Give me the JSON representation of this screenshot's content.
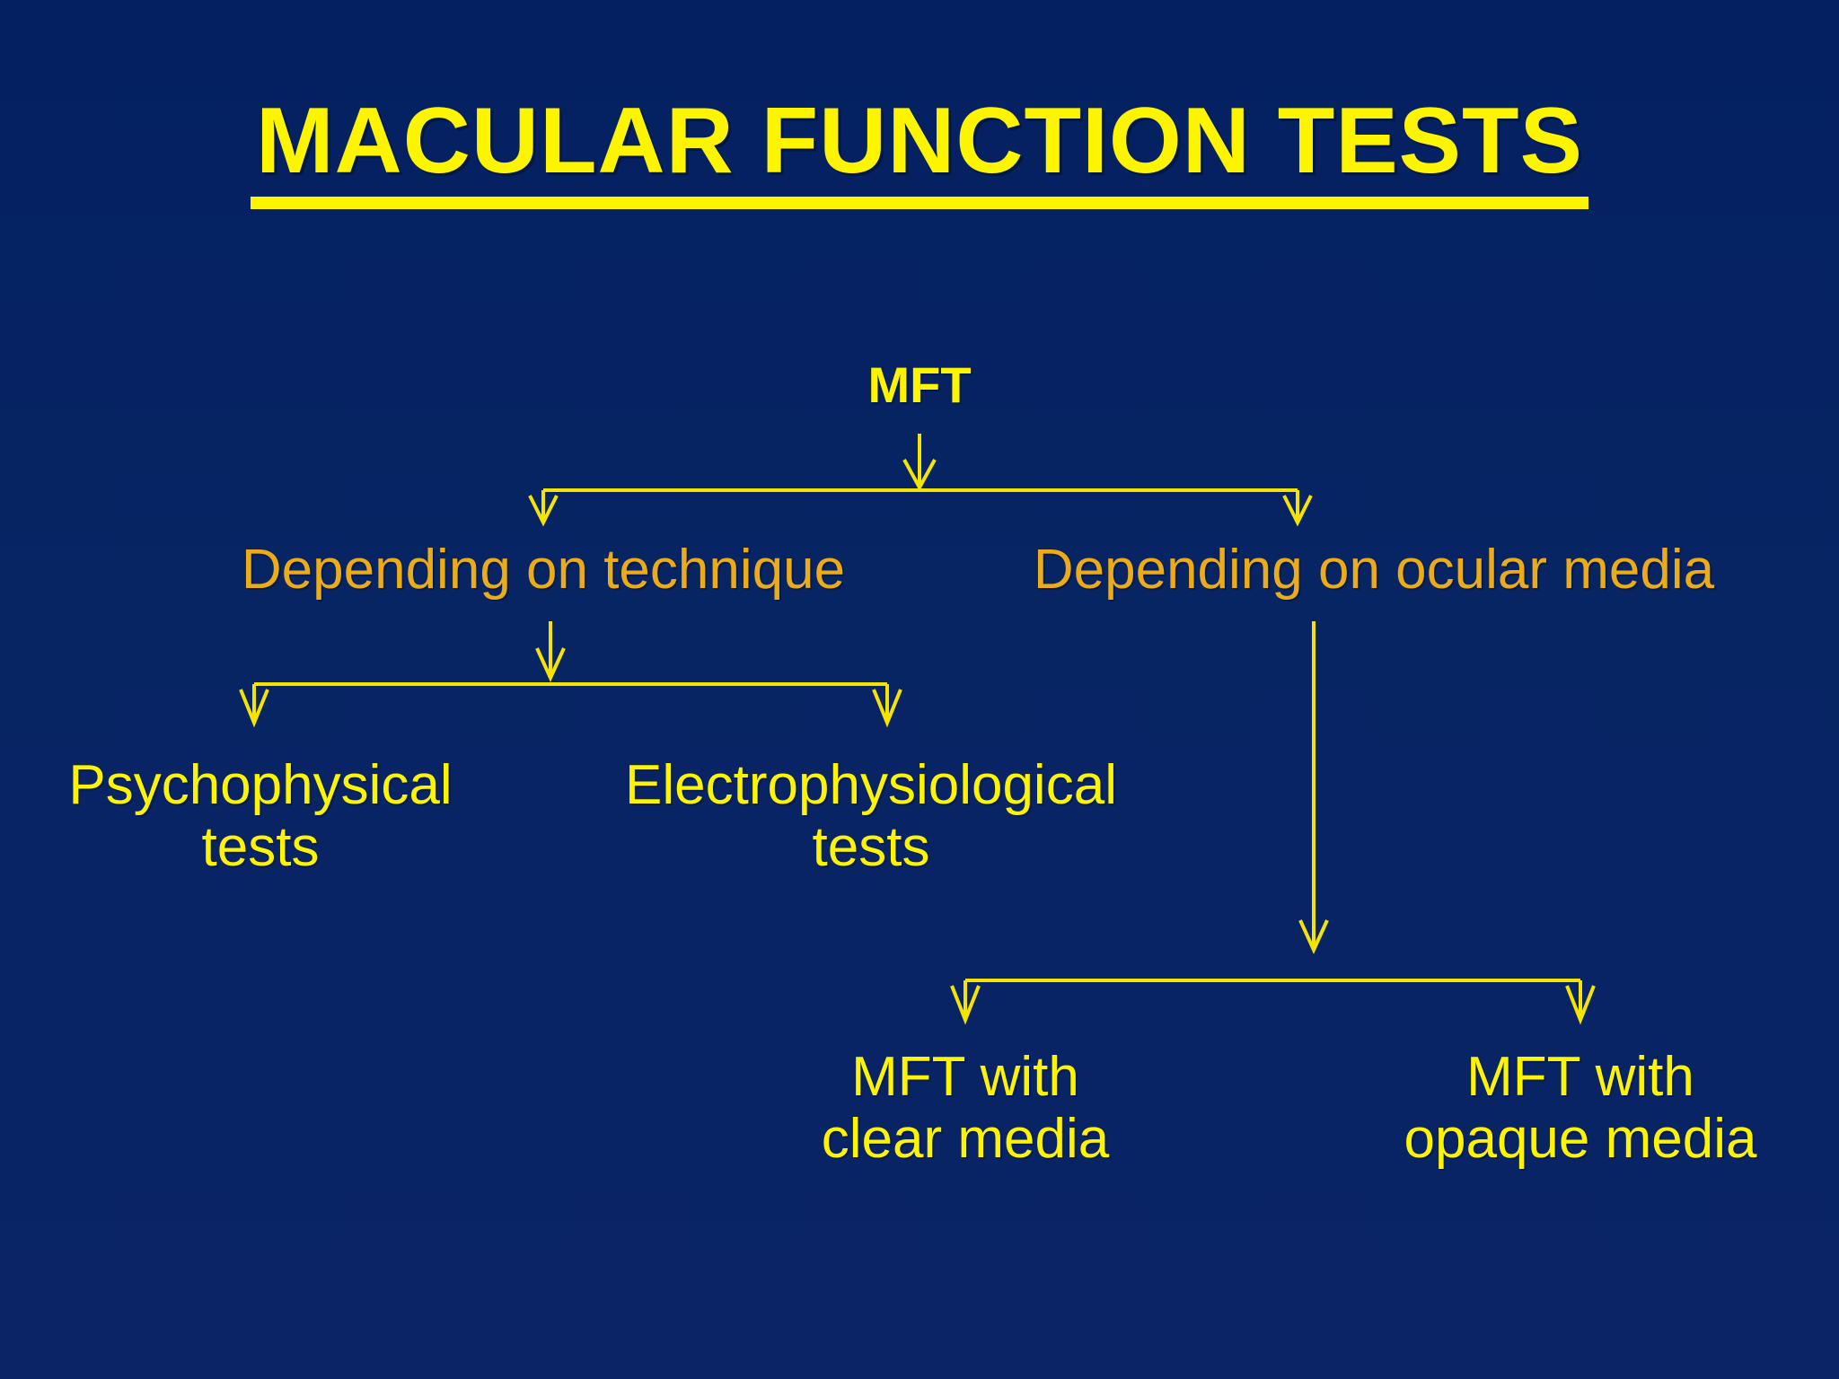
{
  "slide": {
    "title": "MACULAR FUNCTION TESTS",
    "background_color": "#04205F",
    "bright_accent_color": "#FDF500",
    "amber_accent_color": "#ECAB18",
    "connector_color": "#F4E400"
  },
  "diagram": {
    "type": "flowchart",
    "root": {
      "id": "mft",
      "label": "MFT",
      "style": "bold-bright-yellow"
    },
    "level1": [
      {
        "id": "depending-on-technique",
        "label": "Depending on technique",
        "style": "amber",
        "parent": "mft"
      },
      {
        "id": "depending-on-ocular-media",
        "label": "Depending on ocular media",
        "style": "amber",
        "parent": "mft"
      }
    ],
    "level2": [
      {
        "id": "psychophysical-tests",
        "label": "Psychophysical\ntests",
        "style": "bright-yellow",
        "parent": "depending-on-technique"
      },
      {
        "id": "electrophysiological-tests",
        "label": "Electrophysiological\ntests",
        "style": "bright-yellow",
        "parent": "depending-on-technique"
      },
      {
        "id": "mft-with-clear-media",
        "label": "MFT with\nclear media",
        "style": "bright-yellow",
        "parent": "depending-on-ocular-media"
      },
      {
        "id": "mft-with-opaque-media",
        "label": "MFT with\nopaque media",
        "style": "bright-yellow",
        "parent": "depending-on-ocular-media"
      }
    ],
    "connectors": [
      {
        "id": "mft-to-split",
        "from": "mft",
        "to": "level1-split",
        "kind": "down-arrow"
      },
      {
        "id": "split-to-technique",
        "from": "level1-split",
        "to": "depending-on-technique",
        "kind": "elbow-down-arrow"
      },
      {
        "id": "split-to-media",
        "from": "level1-split",
        "to": "depending-on-ocular-media",
        "kind": "elbow-down-arrow"
      },
      {
        "id": "technique-to-split",
        "from": "depending-on-technique",
        "to": "level2-left-split",
        "kind": "down-arrow"
      },
      {
        "id": "split-to-psychophysical",
        "from": "level2-left-split",
        "to": "psychophysical-tests",
        "kind": "elbow-down-arrow"
      },
      {
        "id": "split-to-electrophysiological",
        "from": "level2-left-split",
        "to": "electrophysiological-tests",
        "kind": "elbow-down-arrow"
      },
      {
        "id": "media-to-split",
        "from": "depending-on-ocular-media",
        "to": "level2-right-split",
        "kind": "long-down-arrow"
      },
      {
        "id": "split-to-clear-media",
        "from": "level2-right-split",
        "to": "mft-with-clear-media",
        "kind": "elbow-down-arrow"
      },
      {
        "id": "split-to-opaque-media",
        "from": "level2-right-split",
        "to": "mft-with-opaque-media",
        "kind": "elbow-down-arrow"
      }
    ]
  }
}
